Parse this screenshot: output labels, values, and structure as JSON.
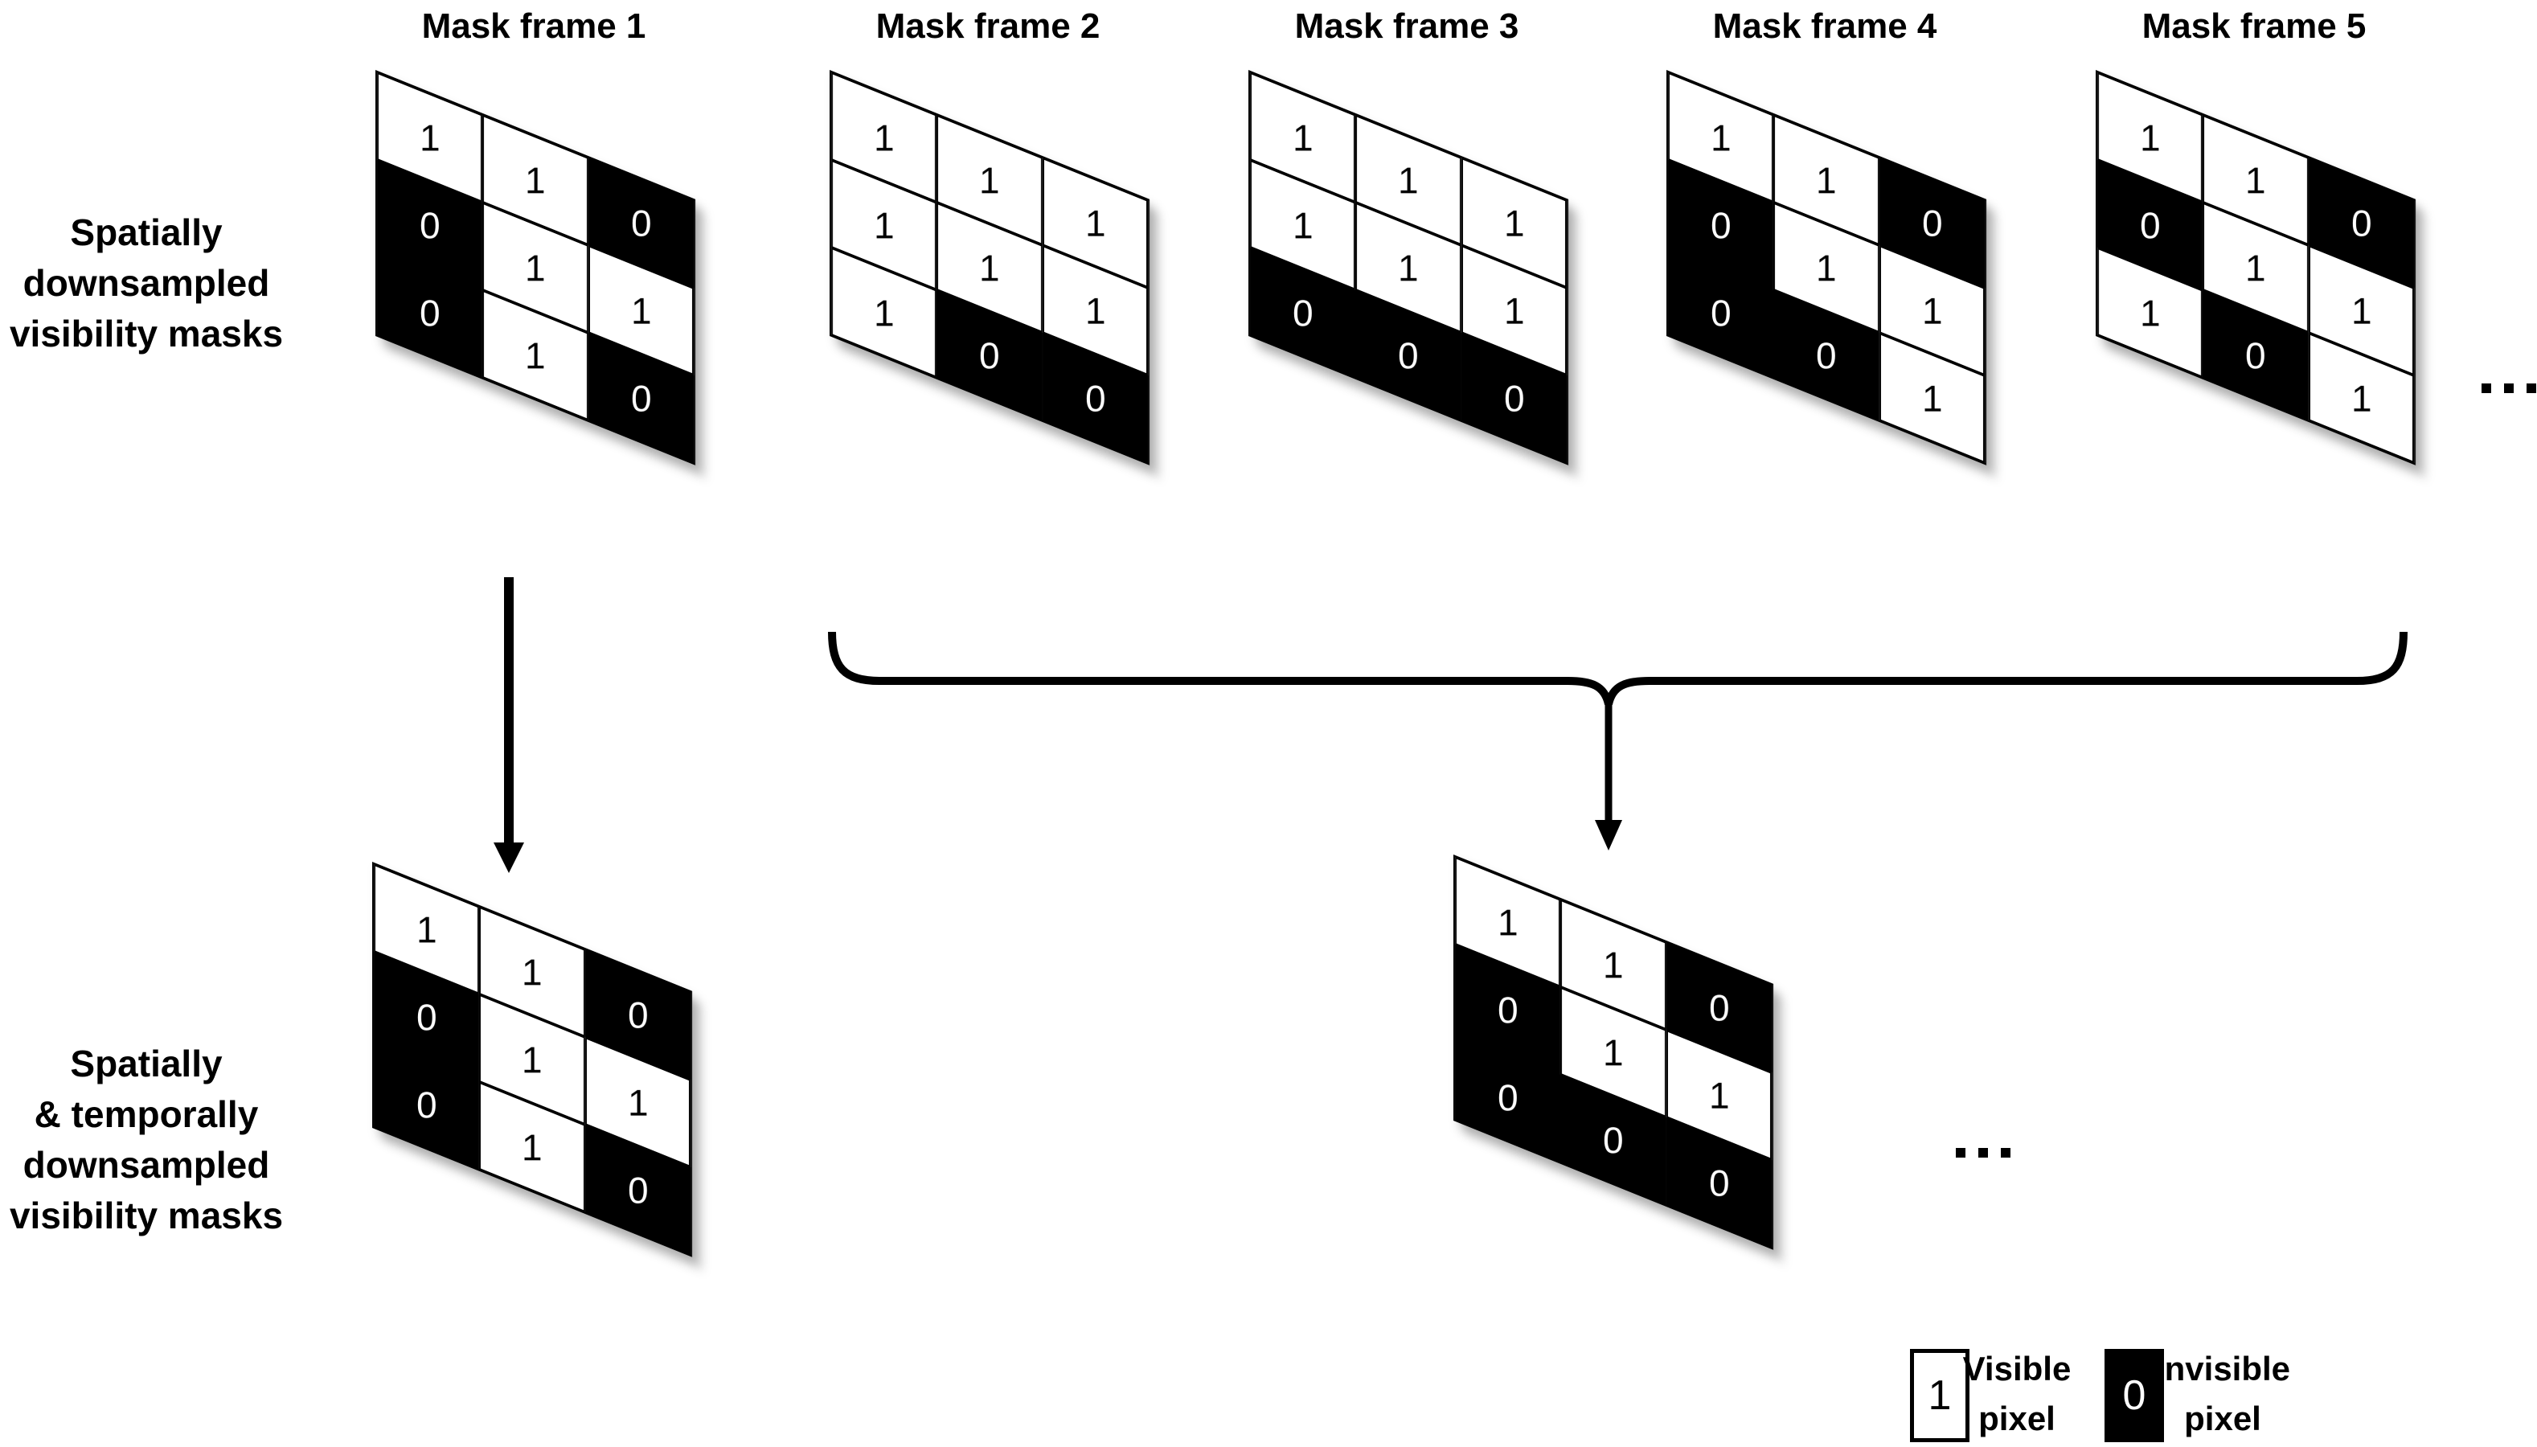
{
  "figure": {
    "type": "visibility-mask-downsampling-diagram",
    "top_row_label_lines": [
      "Spatially",
      "downsampled",
      "visibility masks"
    ],
    "bottom_row_label_lines": [
      "Spatially",
      "& temporally",
      "downsampled",
      "visibility masks"
    ],
    "ellipsis_top": "…",
    "ellipsis_bottom": "…"
  },
  "top_masks": [
    {
      "title": "Mask frame 1",
      "rows": [
        [
          1,
          1,
          0
        ],
        [
          0,
          1,
          1
        ],
        [
          0,
          1,
          0
        ]
      ]
    },
    {
      "title": "Mask frame 2",
      "rows": [
        [
          1,
          1,
          1
        ],
        [
          1,
          1,
          1
        ],
        [
          1,
          0,
          0
        ]
      ]
    },
    {
      "title": "Mask frame 3",
      "rows": [
        [
          1,
          1,
          1
        ],
        [
          1,
          1,
          1
        ],
        [
          0,
          0,
          0
        ]
      ]
    },
    {
      "title": "Mask frame 4",
      "rows": [
        [
          1,
          1,
          0
        ],
        [
          0,
          1,
          1
        ],
        [
          0,
          0,
          1
        ]
      ]
    },
    {
      "title": "Mask frame 5",
      "rows": [
        [
          1,
          1,
          0
        ],
        [
          0,
          1,
          1
        ],
        [
          1,
          0,
          1
        ]
      ]
    }
  ],
  "bottom_masks": [
    {
      "rows": [
        [
          1,
          1,
          0
        ],
        [
          0,
          1,
          1
        ],
        [
          0,
          1,
          0
        ]
      ]
    },
    {
      "rows": [
        [
          1,
          1,
          0
        ],
        [
          0,
          1,
          1
        ],
        [
          0,
          0,
          0
        ]
      ]
    }
  ],
  "legend": {
    "visible": {
      "value": "1",
      "label_lines": [
        "Visible",
        "pixel"
      ]
    },
    "invisible": {
      "value": "0",
      "label_lines": [
        "Invisible",
        "pixel"
      ]
    }
  },
  "colors": {
    "visible_pixel_bg": "#ffffff",
    "invisible_pixel_bg": "#000000",
    "ink": "#000000",
    "background": "#ffffff"
  }
}
